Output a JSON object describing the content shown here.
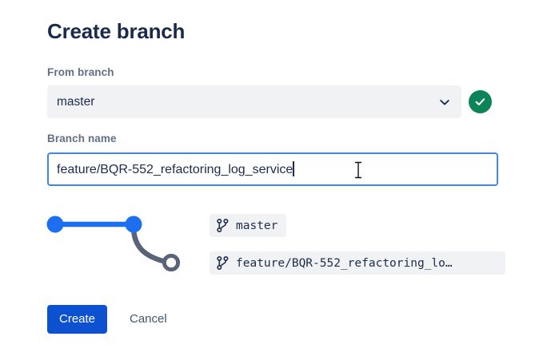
{
  "dialog": {
    "title": "Create branch"
  },
  "from_branch": {
    "label": "From branch",
    "selected": "master",
    "chevron_icon": "chevron-down-icon",
    "status_icon": "check-circle-icon",
    "status_color": "#0c8457",
    "field_bg": "#f1f2f4"
  },
  "branch_name": {
    "label": "Branch name",
    "value": "feature/BQR-552_refactoring_log_service",
    "placeholder": "Branch name",
    "focused": true,
    "focus_border_color": "#3d86f5"
  },
  "graph": {
    "node_color": "#1d6ff2",
    "line_color": "#1d6ff2",
    "branch_curve_color": "#5a6478",
    "branch_node_color": "#5a6478"
  },
  "branch_chips": [
    {
      "icon": "branch-icon",
      "label": "master"
    },
    {
      "icon": "branch-icon",
      "label": "feature/BQR-552_refactoring_lo…"
    }
  ],
  "footer": {
    "create_label": "Create",
    "cancel_label": "Cancel",
    "primary_color": "#0c52d0",
    "cancel_color": "#44546f"
  },
  "cursor": {
    "type": "text-ibeam-cursor"
  }
}
